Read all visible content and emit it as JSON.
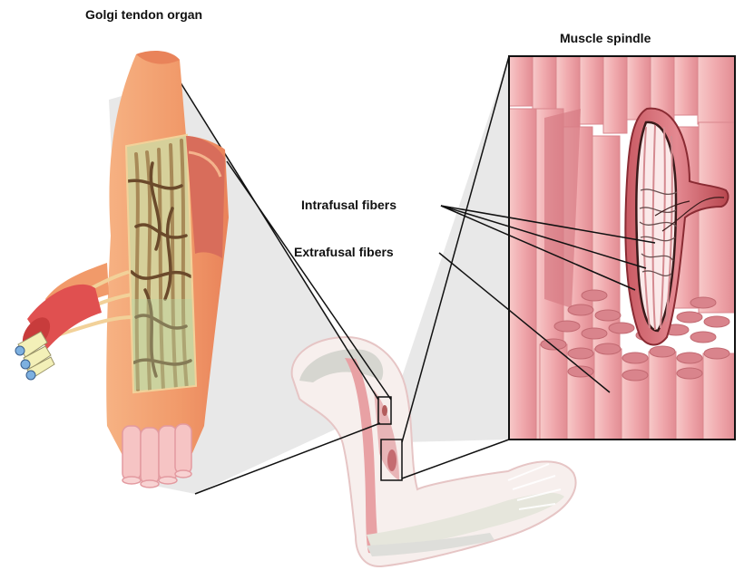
{
  "labels": {
    "golgi_tendon_organ": "Golgi tendon organ",
    "muscle_spindle": "Muscle spindle",
    "intrafusal_fibers": "Intrafusal fibers",
    "extrafusal_fibers": "Extrafusal fibers"
  },
  "colors": {
    "muscle": "#e8a1a4",
    "muscle_dark": "#c9646b",
    "tendon": "#f4a574",
    "nerve_sheath": "#e05050",
    "nerve_core": "#f3f0b8",
    "axon": "#8d6e3a",
    "arm_outline": "#e6c5c5",
    "bone": "#e6e6dc",
    "leader_line": "#111111",
    "zoom_cone": "#d9d9d9"
  }
}
